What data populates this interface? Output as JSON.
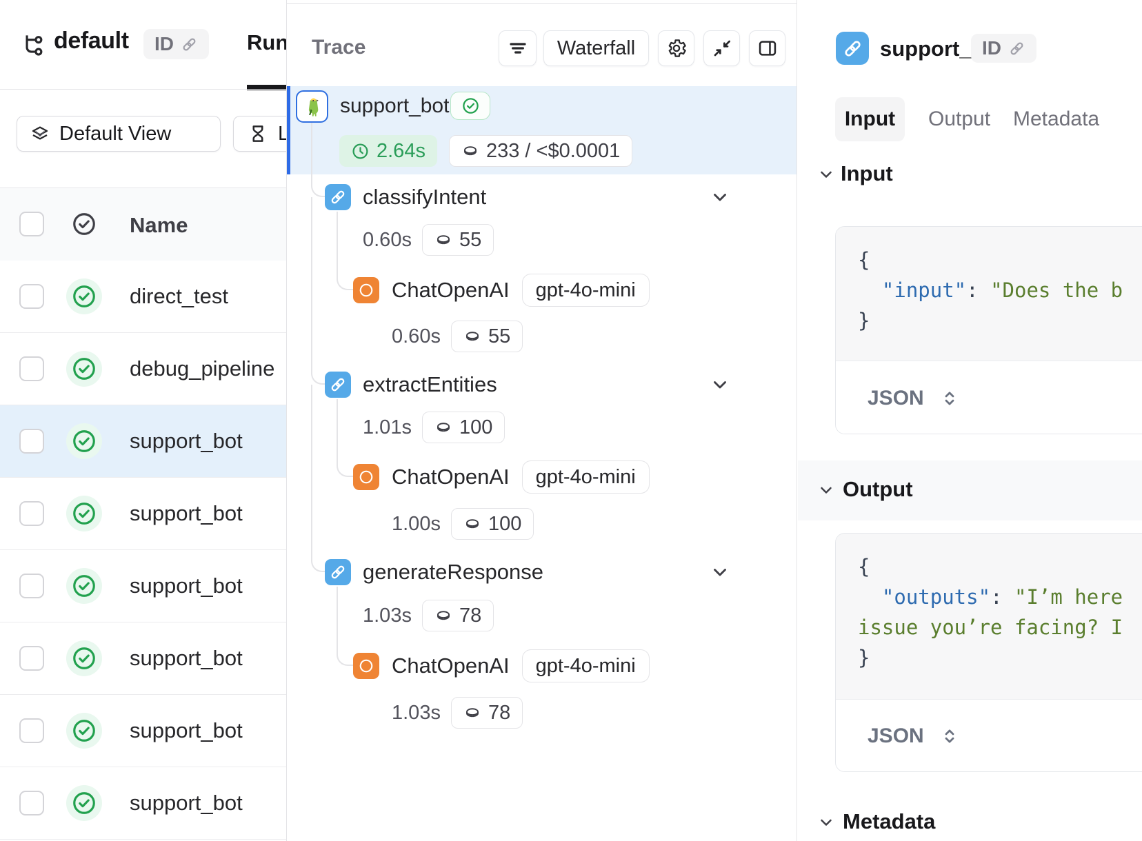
{
  "left_panel": {
    "project": {
      "name": "default",
      "id_label": "ID"
    },
    "tabs": {
      "runs": "Runs"
    },
    "toolbar": {
      "view_selector": "Default View",
      "time_filter": "L"
    },
    "table": {
      "name_header": "Name",
      "rows": [
        {
          "name": "direct_test",
          "status": "success",
          "selected": false
        },
        {
          "name": "debug_pipeline",
          "status": "success",
          "selected": false
        },
        {
          "name": "support_bot",
          "status": "success",
          "selected": true
        },
        {
          "name": "support_bot",
          "status": "success",
          "selected": false
        },
        {
          "name": "support_bot",
          "status": "success",
          "selected": false
        },
        {
          "name": "support_bot",
          "status": "success",
          "selected": false
        },
        {
          "name": "support_bot",
          "status": "success",
          "selected": false
        },
        {
          "name": "support_bot",
          "status": "success",
          "selected": false
        }
      ]
    }
  },
  "trace_panel": {
    "title": "Trace",
    "toolbar": {
      "view_mode": "Waterfall"
    },
    "root_run": {
      "name": "support_bot",
      "status": "success",
      "duration": "2.64s",
      "tokens_cost": "233 / <$0.0001"
    },
    "stages": [
      {
        "name": "classifyIntent",
        "duration": "0.60s",
        "tokens": "55",
        "llm": {
          "name": "ChatOpenAI",
          "model": "gpt-4o-mini",
          "duration": "0.60s",
          "tokens": "55"
        }
      },
      {
        "name": "extractEntities",
        "duration": "1.01s",
        "tokens": "100",
        "llm": {
          "name": "ChatOpenAI",
          "model": "gpt-4o-mini",
          "duration": "1.00s",
          "tokens": "100"
        }
      },
      {
        "name": "generateResponse",
        "duration": "1.03s",
        "tokens": "78",
        "llm": {
          "name": "ChatOpenAI",
          "model": "gpt-4o-mini",
          "duration": "1.03s",
          "tokens": "78"
        }
      }
    ]
  },
  "detail_panel": {
    "title": "support_bot",
    "id_label": "ID",
    "tabs": {
      "input": "Input",
      "output": "Output",
      "metadata": "Metadata",
      "active": "Input"
    },
    "input_section": {
      "heading": "Input",
      "format_label": "JSON",
      "code_lines": [
        [
          {
            "text": "{",
            "type": "plain"
          }
        ],
        [
          {
            "text": "  ",
            "type": "plain"
          },
          {
            "text": "\"input\"",
            "type": "key"
          },
          {
            "text": ": ",
            "type": "plain"
          },
          {
            "text": "\"Does the b",
            "type": "string"
          }
        ],
        [
          {
            "text": "}",
            "type": "plain"
          }
        ]
      ]
    },
    "output_section": {
      "heading": "Output",
      "format_label": "JSON",
      "code_lines": [
        [
          {
            "text": "{",
            "type": "plain"
          }
        ],
        [
          {
            "text": "  ",
            "type": "plain"
          },
          {
            "text": "\"outputs\"",
            "type": "key"
          },
          {
            "text": ": ",
            "type": "plain"
          },
          {
            "text": "\"I’m here",
            "type": "string"
          }
        ],
        [
          {
            "text": "issue you’re facing? I",
            "type": "string"
          }
        ],
        [
          {
            "text": "}",
            "type": "plain"
          }
        ]
      ]
    },
    "metadata_section": {
      "heading": "Metadata"
    }
  },
  "colors": {
    "accent_blue": "#55a9e8",
    "selected_row_bg": "#e4f0fb",
    "trace_selected_bg": "#e7f1fb",
    "selection_bar": "#2e6be6",
    "success_green": "#22a14e",
    "green_pill_bg": "#def3e6",
    "green_pill_text": "#2a9d58",
    "openai_orange": "#ef8434",
    "code_key": "#2e6bb0",
    "code_string": "#5a7e2e"
  }
}
